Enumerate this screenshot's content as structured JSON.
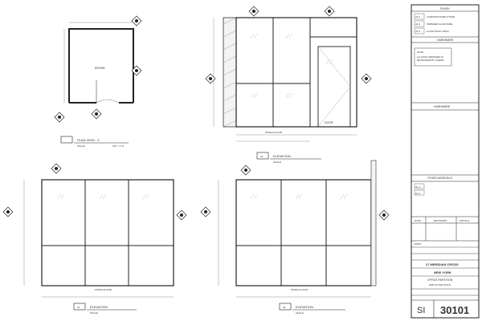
{
  "plan": {
    "room_label": "ROOM",
    "title": "PLAN VIEW - 9",
    "scale_text": "SCALE",
    "scale_value": "1/8\" = 1'-0\""
  },
  "elevations": [
    {
      "id": "elev-1",
      "title": "ELEVATION",
      "scale_text": "SCALE",
      "base_label": "FINISH FLOOR",
      "sheet_ref": "S1"
    },
    {
      "id": "elev-2",
      "title": "ELEVATION",
      "scale_text": "SCALE",
      "base_label": "FINISH FLOOR",
      "sheet_ref": "S1"
    },
    {
      "id": "elev-3",
      "title": "ELEVATION",
      "scale_text": "SCALE",
      "base_label": "FINISH FLOOR",
      "sheet_ref": "S1"
    }
  ],
  "door": {
    "label": "DOOR"
  },
  "title_block": {
    "finish_header": "FINISH",
    "finish_codes": [
      "AF-1",
      "AF-2",
      "AF-3"
    ],
    "finish_notes": [
      "ALUMINUM FRAME SYSTEM",
      "TEMPERED GLASS PANEL",
      "FLOOR TRACK FINISH"
    ],
    "hardware_header": "HARDWARE",
    "note_header": "NOTE",
    "note_text": "ALL DOOR HARDWARE TO BE PROVIDED BY OTHERS",
    "section_header": "HARDWARE",
    "materials_header": "OTHER MATERIALS",
    "materials": [
      "GL-1",
      "AL-2"
    ],
    "rev_headers": [
      "DATE",
      "REVISIONS",
      "INITIALS"
    ],
    "client_label": "CLIENT",
    "address": "27 MERIDIAN CROSS",
    "city": "NEW YORK",
    "project_line1": "OFFICE PARTITION",
    "project_line2": "3RD FLOOR SUITE",
    "sheet_prefix": "SI",
    "sheet_number": "30101"
  }
}
